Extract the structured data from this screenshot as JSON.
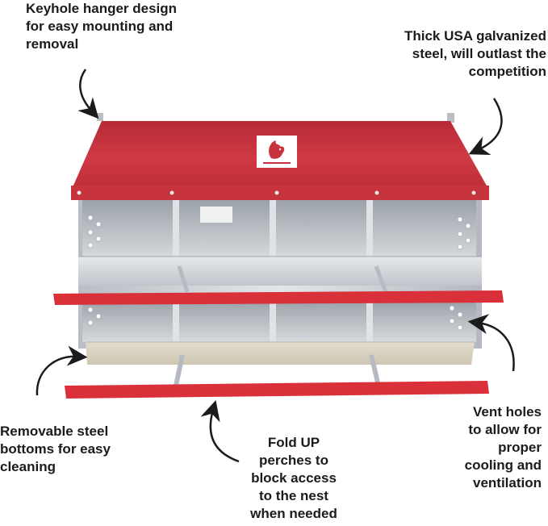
{
  "callouts": {
    "keyhole": {
      "lines": [
        "Keyhole hanger design",
        "for easy mounting and",
        "removal"
      ]
    },
    "steel": {
      "lines": [
        "Thick USA galvanized",
        "steel, will outlast the",
        "competition"
      ]
    },
    "bottoms": {
      "lines": [
        "Removable steel",
        "bottoms for easy",
        "cleaning"
      ]
    },
    "perches": {
      "lines": [
        "Fold UP",
        "perches to",
        "block access",
        "to the nest",
        "when needed"
      ]
    },
    "vents": {
      "lines": [
        "Vent holes",
        "to allow for",
        "proper",
        "cooling and",
        "ventilation"
      ]
    }
  },
  "colors": {
    "roof_red": "#c8323c",
    "perch_red": "#d9303a",
    "steel": "#c9ced3",
    "tray": "#d9d1c0",
    "text": "#1b1b1b"
  },
  "product": {
    "logo_icon": "rooster-logo-icon",
    "compartments_per_row": 4,
    "rows": 2
  }
}
